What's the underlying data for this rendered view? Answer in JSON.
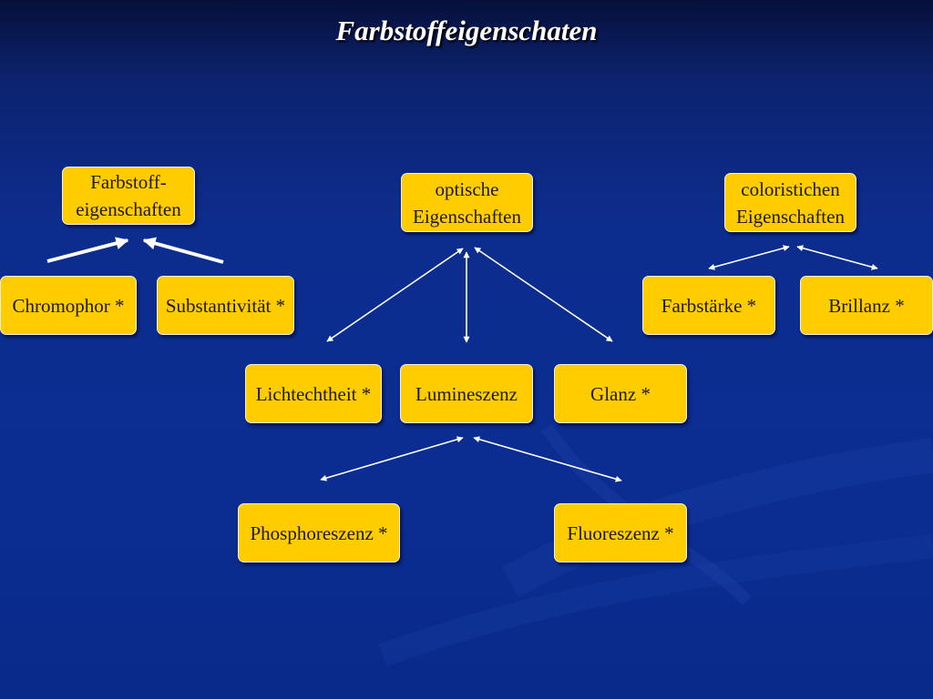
{
  "title": "Farbstoffeigenschaten",
  "colors": {
    "node_fill": "#ffcc00",
    "node_text": "#1a1a1a",
    "arrow": "#ffffff"
  },
  "nodes": {
    "farbstoffeigenschaften": "Farbstoff-\neigenschaften",
    "optische": "optische\nEigenschaften",
    "coloristichen": "coloristichen\nEigenschaften",
    "chromophor": "Chromophor *",
    "substantivitaet": "Substantivität *",
    "farbstaerke": "Farbstärke *",
    "brillanz": "Brillanz *",
    "lichtechtheit": "Lichtechtheit *",
    "lumineszenz": "Lumineszenz",
    "glanz": "Glanz *",
    "phosphoreszenz": "Phosphoreszenz *",
    "fluoreszenz": "Fluoreszenz *"
  }
}
